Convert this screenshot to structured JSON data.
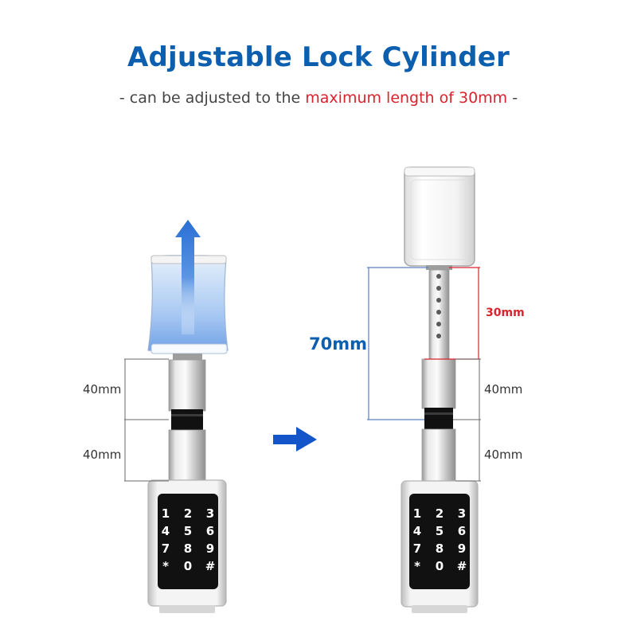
{
  "header": {
    "title": "Adjustable Lock Cylinder",
    "subtitle_prefix": "- can be adjusted to the ",
    "subtitle_highlight": "maximum length of 30mm",
    "subtitle_suffix": " -"
  },
  "left_cylinder": {
    "upper_dimension": "40mm",
    "lower_dimension": "40mm"
  },
  "right_cylinder": {
    "total_extension": "70mm",
    "extension_length": "30mm",
    "upper_dimension": "40mm",
    "lower_dimension": "40mm"
  },
  "keypad": {
    "keys": [
      "1",
      "2",
      "3",
      "4",
      "5",
      "6",
      "7",
      "8",
      "9",
      "*",
      "0",
      "#"
    ]
  },
  "colors": {
    "title_blue": "#0b5fae",
    "highlight_red": "#d9232e",
    "dimension_line_blue": "#5a7fc4",
    "dimension_line_red": "#d9232e",
    "arrow_blue": "#1456c9",
    "keypad_black": "#111111"
  },
  "icons": {
    "up_arrow": "up-arrow-icon",
    "right_arrow": "right-arrow-icon"
  }
}
